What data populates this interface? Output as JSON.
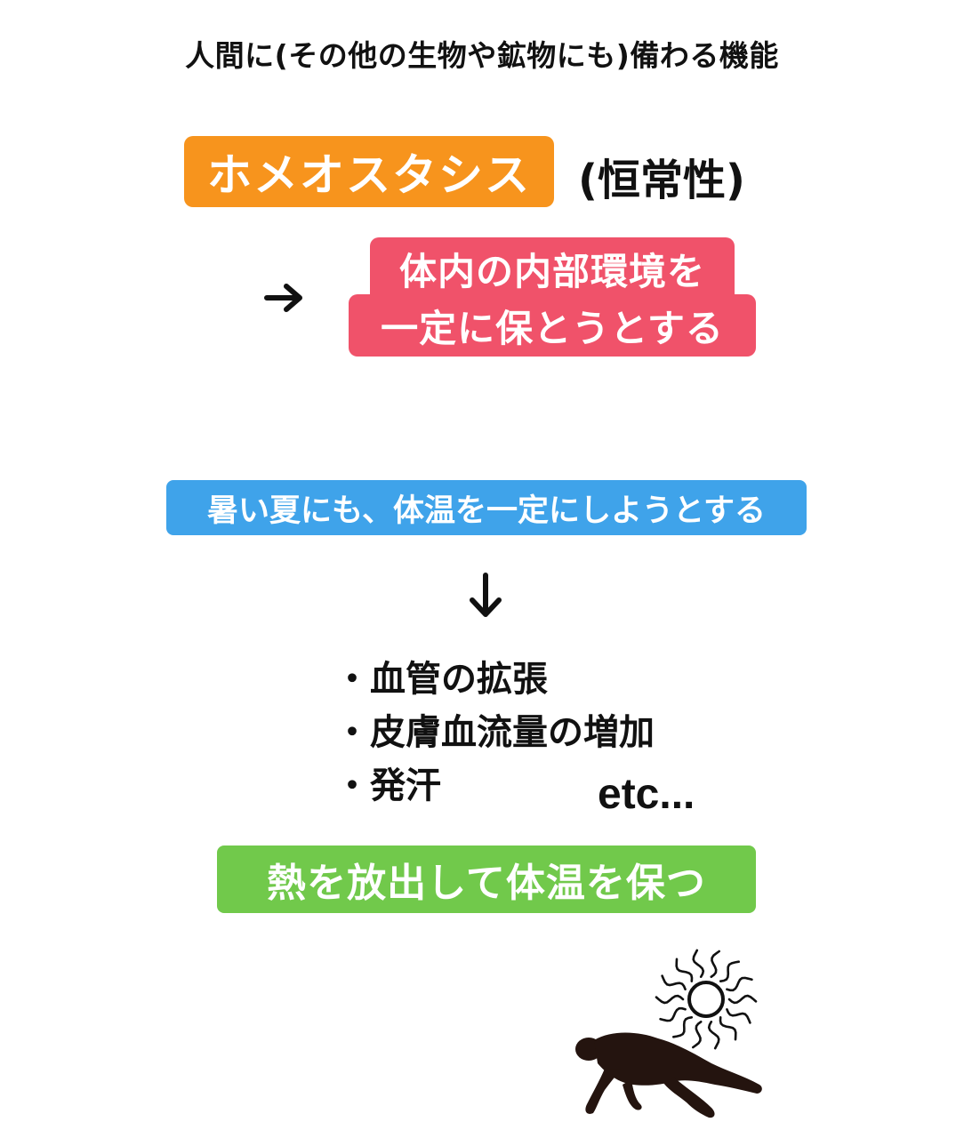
{
  "colors": {
    "orange": "#f7941d",
    "pink": "#f0526a",
    "blue": "#3fa3ea",
    "green": "#71c94b",
    "ink": "#111111",
    "silhouette": "#24140f"
  },
  "headline": "人間に(その他の生物や鉱物にも)備わる機能",
  "term": {
    "label": "ホメオスタシス",
    "paren": "(恒常性)"
  },
  "definition": {
    "arrow_icon": "right-arrow-icon",
    "line1": "体内の内部環境を",
    "line2": "一定に保とうとする"
  },
  "example": "暑い夏にも、体温を一定にしようとする",
  "down_arrow_icon": "down-arrow-icon",
  "responses": [
    "血管の拡張",
    "皮膚血流量の増加",
    "発汗"
  ],
  "etc": "etc...",
  "result": "熱を放出して体温を保つ",
  "illustration": {
    "sun_icon": "sun-icon",
    "person_icon": "collapsed-person-icon"
  }
}
